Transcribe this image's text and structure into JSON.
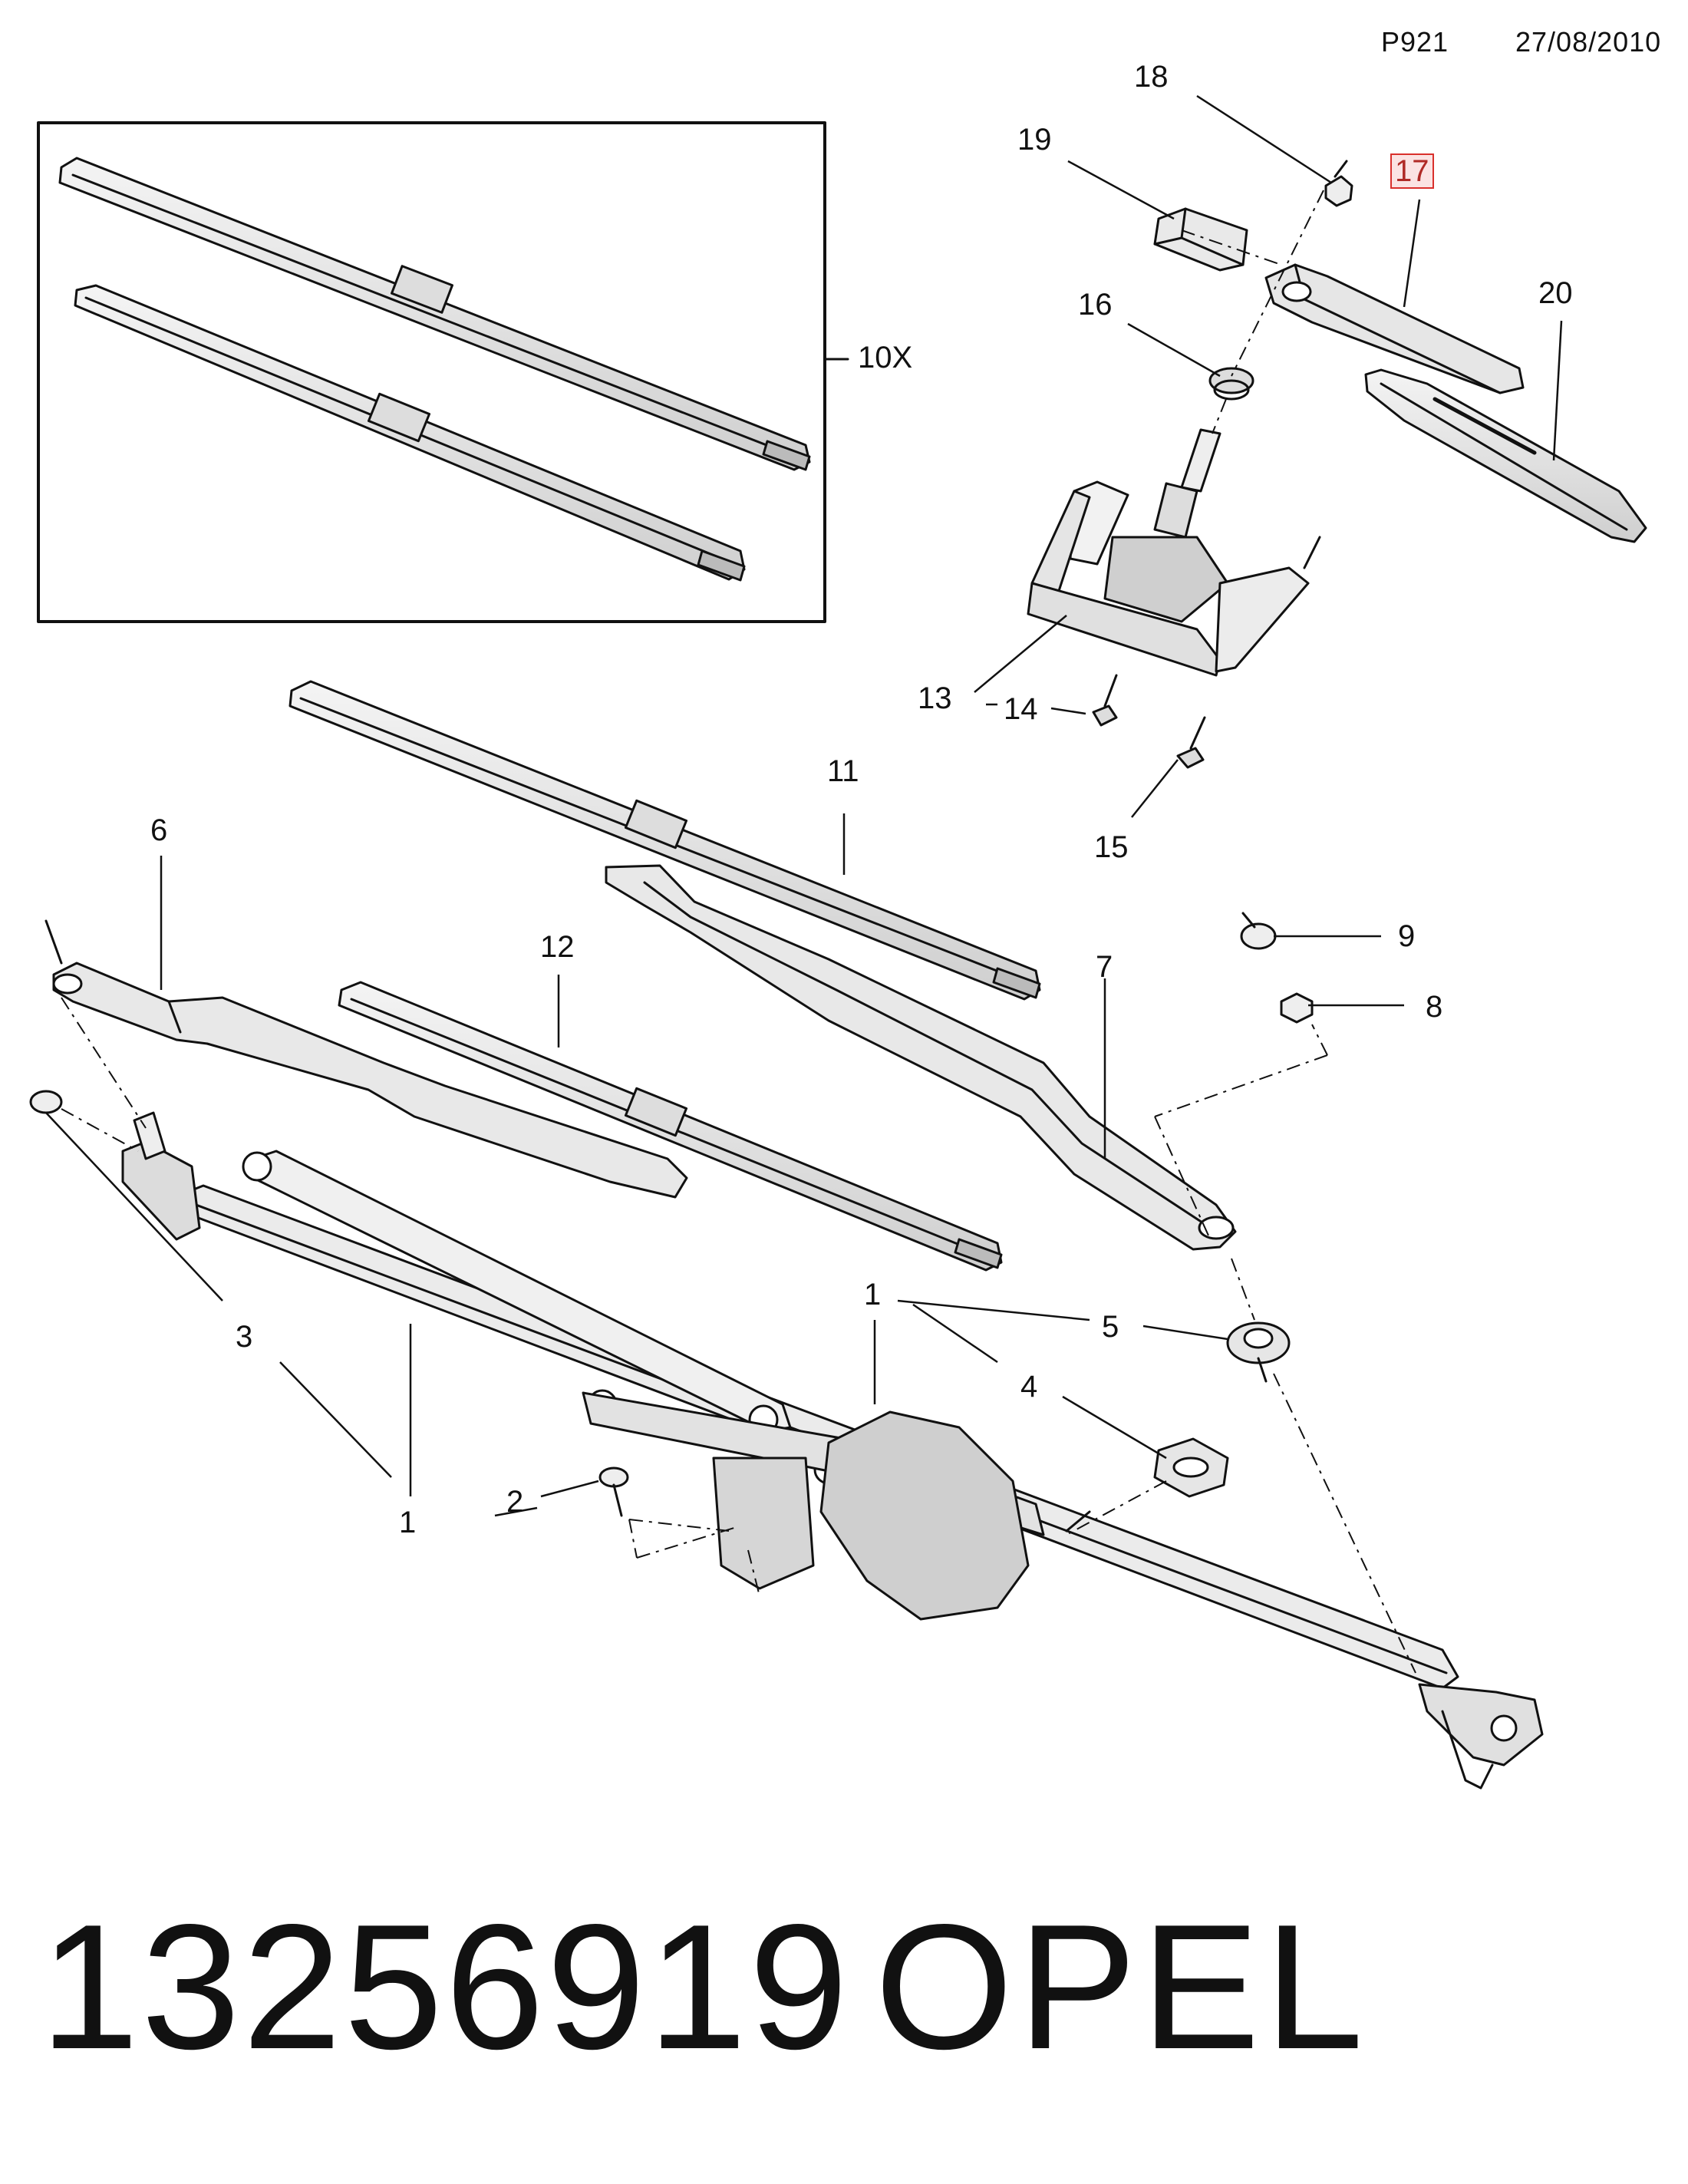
{
  "header": {
    "sheet_code": "P921",
    "date": "27/08/2010"
  },
  "callouts": [
    {
      "id": "c18",
      "text": "18",
      "highlight": false
    },
    {
      "id": "c19",
      "text": "19",
      "highlight": false
    },
    {
      "id": "c17",
      "text": "17",
      "highlight": true
    },
    {
      "id": "c20",
      "text": "20",
      "highlight": false
    },
    {
      "id": "c16",
      "text": "16",
      "highlight": false
    },
    {
      "id": "c10x",
      "text": "10X",
      "highlight": false
    },
    {
      "id": "c13",
      "text": "13",
      "highlight": false
    },
    {
      "id": "c14",
      "text": "14",
      "highlight": false
    },
    {
      "id": "c15",
      "text": "15",
      "highlight": false
    },
    {
      "id": "c11",
      "text": "11",
      "highlight": false
    },
    {
      "id": "c6",
      "text": "6",
      "highlight": false
    },
    {
      "id": "c12",
      "text": "12",
      "highlight": false
    },
    {
      "id": "c9",
      "text": "9",
      "highlight": false
    },
    {
      "id": "c8",
      "text": "8",
      "highlight": false
    },
    {
      "id": "c7",
      "text": "7",
      "highlight": false
    },
    {
      "id": "c1a",
      "text": "1",
      "highlight": false
    },
    {
      "id": "c5",
      "text": "5",
      "highlight": false
    },
    {
      "id": "c4",
      "text": "4",
      "highlight": false
    },
    {
      "id": "c3",
      "text": "3",
      "highlight": false
    },
    {
      "id": "c2",
      "text": "2",
      "highlight": false
    },
    {
      "id": "c1b",
      "text": "1",
      "highlight": false
    }
  ],
  "footer": {
    "part_number": "13256919",
    "brand": "OPEL"
  },
  "colors": {
    "highlight_border": "#d9302c",
    "highlight_fill": "#fbe3e3",
    "line": "#111111"
  }
}
